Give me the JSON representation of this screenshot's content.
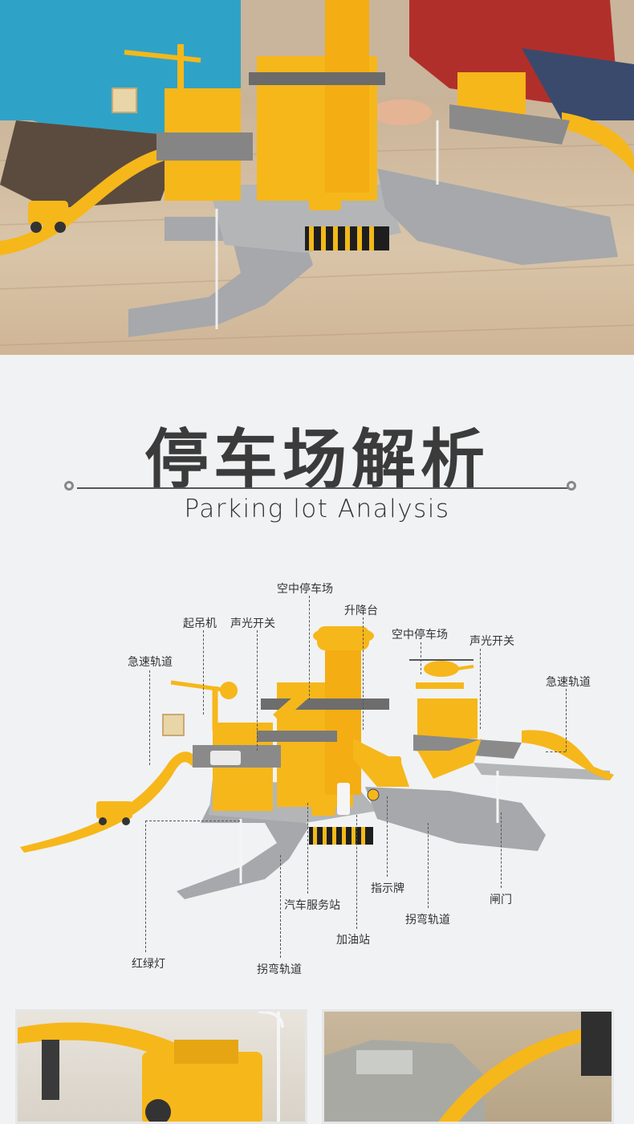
{
  "title": {
    "cn": "停车场解析",
    "en": "Parking lot Analysis"
  },
  "labels": {
    "sky_parking_1": "空中停车场",
    "elevator": "升降台",
    "crane": "起吊机",
    "sound_light_switch_1": "声光开关",
    "sky_parking_2": "空中停车场",
    "sound_light_switch_2": "声光开关",
    "speed_track_1": "急速轨道",
    "speed_track_2": "急速轨道",
    "sign": "指示牌",
    "service_station": "汽车服务站",
    "gate": "闸门",
    "curve_track_1": "拐弯轨道",
    "gas_station": "加油站",
    "traffic_light": "红绿灯",
    "curve_track_2": "拐弯轨道"
  },
  "colors": {
    "toy_yellow": "#f6b71a",
    "track_gray": "#a7a9ac",
    "background": "#f1f2f4",
    "text": "#333333"
  }
}
